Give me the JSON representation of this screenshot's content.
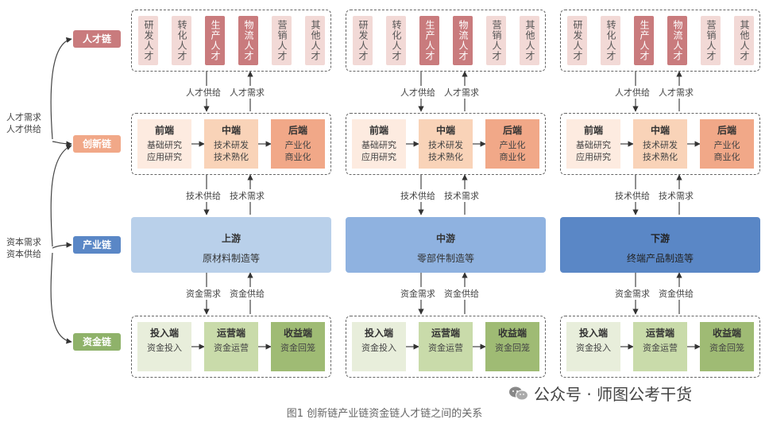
{
  "side_notes": {
    "talent_needs": "人才需求\n人才供给",
    "capital_needs": "资本需求\n资本供给"
  },
  "chains": [
    {
      "key": "talent",
      "label": "人才链",
      "color": "#c97b7d"
    },
    {
      "key": "innovation",
      "label": "创新链",
      "color": "#f1a888"
    },
    {
      "key": "industry",
      "label": "产业链",
      "color": "#5a87c6"
    },
    {
      "key": "capital",
      "label": "资金链",
      "color": "#8fb26a"
    }
  ],
  "talent_items": [
    "研发人才",
    "转化人才",
    "生产人才",
    "物流人才",
    "营销人才",
    "其他人才"
  ],
  "talent_dark_indices": [
    2,
    3
  ],
  "flow_labels": {
    "talent_supply": "人才供给",
    "talent_demand": "人才需求",
    "tech_supply": "技术供给",
    "tech_demand": "技术需求",
    "capital_demand": "资金需求",
    "capital_supply": "资金供给"
  },
  "innovation_stages": [
    {
      "title": "前端",
      "lines": [
        "基础研究",
        "应用研究"
      ]
    },
    {
      "title": "中端",
      "lines": [
        "技术研发",
        "技术熟化"
      ]
    },
    {
      "title": "后端",
      "lines": [
        "产业化",
        "商业化"
      ]
    }
  ],
  "industry_segments": [
    {
      "title": "上游",
      "desc": "原材料制造等",
      "color": "#b9d0ea",
      "text_color": "#333"
    },
    {
      "title": "中游",
      "desc": "零部件制造等",
      "color": "#8fb2e0",
      "text_color": "#333"
    },
    {
      "title": "下游",
      "desc": "终端产品制造等",
      "color": "#5a87c6",
      "text_color": "#222"
    }
  ],
  "capital_stages": [
    {
      "title": "投入端",
      "line": "资金投入"
    },
    {
      "title": "运营端",
      "line": "资金运营"
    },
    {
      "title": "收益端",
      "line": "资金回笼"
    }
  ],
  "caption": "图1 创新链产业链资金链人才链之间的关系",
  "watermark": "公众号 · 师图公考干货"
}
